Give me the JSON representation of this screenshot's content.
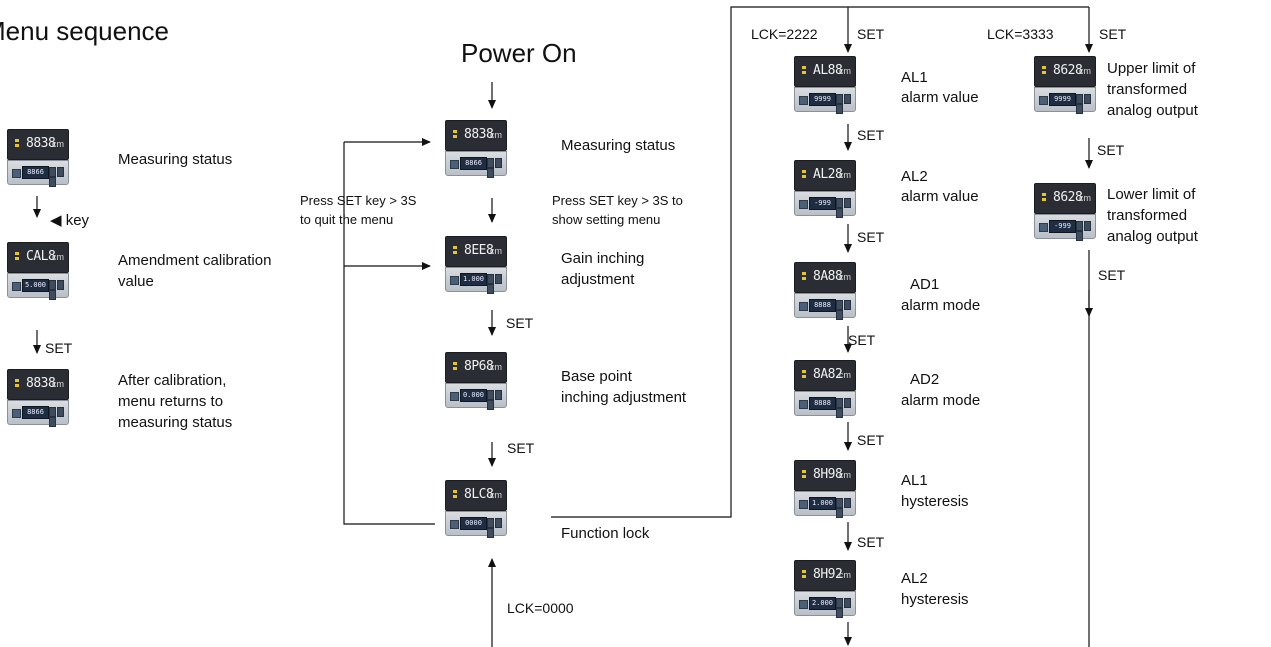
{
  "title": "Menu sequence",
  "power_on": "Power On",
  "left_column": {
    "measuring": "Measuring status",
    "key_label": "◀ key",
    "amendment": [
      "Amendment calibration",
      "value"
    ],
    "set": "SET",
    "after": [
      "After calibration,",
      "menu returns to",
      "measuring status"
    ]
  },
  "center_column": {
    "measuring": "Measuring status",
    "press_quit": [
      "Press SET key > 3S",
      "to quit the menu"
    ],
    "press_show": [
      "Press SET key > 3S to",
      "show setting menu"
    ],
    "gain": [
      "Gain inching",
      "adjustment"
    ],
    "set1": "SET",
    "base": [
      "Base point",
      "inching adjustment"
    ],
    "set2": "SET",
    "function_lock": "Function lock",
    "lck0000": "LCK=0000"
  },
  "right1_column": {
    "header": "LCK=2222",
    "set_top": "SET",
    "al1_value": [
      "AL1",
      "alarm value"
    ],
    "set_a": "SET",
    "al2_value": [
      "AL2",
      "alarm value"
    ],
    "set_b": "SET",
    "ad1_mode": [
      "AD1",
      "alarm mode"
    ],
    "set_c": "SET",
    "ad2_mode": [
      "AD2",
      "alarm mode"
    ],
    "set_d": "SET",
    "al1_hys": [
      "AL1",
      "hysteresis"
    ],
    "set_e": "SET",
    "al2_hys": [
      "AL2",
      "hysteresis"
    ]
  },
  "right2_column": {
    "header": "LCK=3333",
    "set_top": "SET",
    "upper": [
      "Upper limit of",
      "transformed",
      "analog output"
    ],
    "set_a": "SET",
    "lower": [
      "Lower limit of",
      "transformed",
      "analog output"
    ],
    "set_b": "SET"
  },
  "devices": {
    "measuring": {
      "disp": "8838",
      "unit": "cm",
      "val": "8866"
    },
    "amend": {
      "disp": "CAL8",
      "unit": "cm",
      "val": "5.000"
    },
    "after": {
      "disp": "8838",
      "unit": "cm",
      "val": "8866"
    },
    "c_measuring": {
      "disp": "8838",
      "unit": "cm",
      "val": "8866"
    },
    "gain": {
      "disp": "8EE8",
      "unit": "cm",
      "val": "1.000"
    },
    "base": {
      "disp": "8P68",
      "unit": "cm",
      "val": "0.000"
    },
    "lock": {
      "disp": "8LC8",
      "unit": "cm",
      "val": "0000"
    },
    "al1": {
      "disp": "AL88",
      "unit": "cm",
      "val": "9999"
    },
    "al2": {
      "disp": "AL28",
      "unit": "cm",
      "val": "-999"
    },
    "ad1": {
      "disp": "8A88",
      "unit": "cm",
      "val": "8888"
    },
    "ad2": {
      "disp": "8A82",
      "unit": "cm",
      "val": "8888"
    },
    "hy1": {
      "disp": "8H98",
      "unit": "cm",
      "val": "1.000"
    },
    "hy2": {
      "disp": "8H92",
      "unit": "cm",
      "val": "2.000"
    },
    "upper": {
      "disp": "8628",
      "unit": "cm",
      "val": "9999"
    },
    "lower": {
      "disp": "8628",
      "unit": "cm",
      "val": "-999"
    }
  }
}
